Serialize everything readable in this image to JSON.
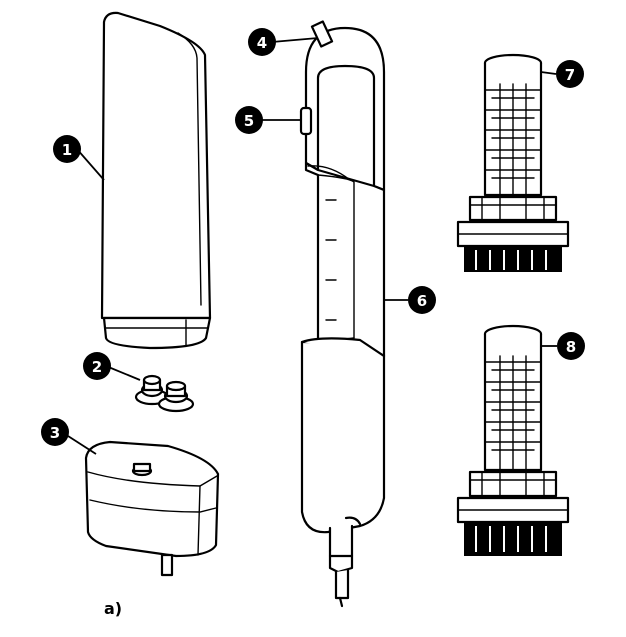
{
  "callouts": [
    {
      "id": "1",
      "label": "1"
    },
    {
      "id": "2",
      "label": "2"
    },
    {
      "id": "3",
      "label": "3"
    },
    {
      "id": "4",
      "label": "4"
    },
    {
      "id": "5",
      "label": "5"
    },
    {
      "id": "6",
      "label": "6"
    },
    {
      "id": "7",
      "label": "7"
    },
    {
      "id": "8",
      "label": "8"
    }
  ],
  "caption": "a)",
  "colors": {
    "line": "#000000",
    "fill": "#ffffff",
    "callout_text": "#ffffff"
  }
}
